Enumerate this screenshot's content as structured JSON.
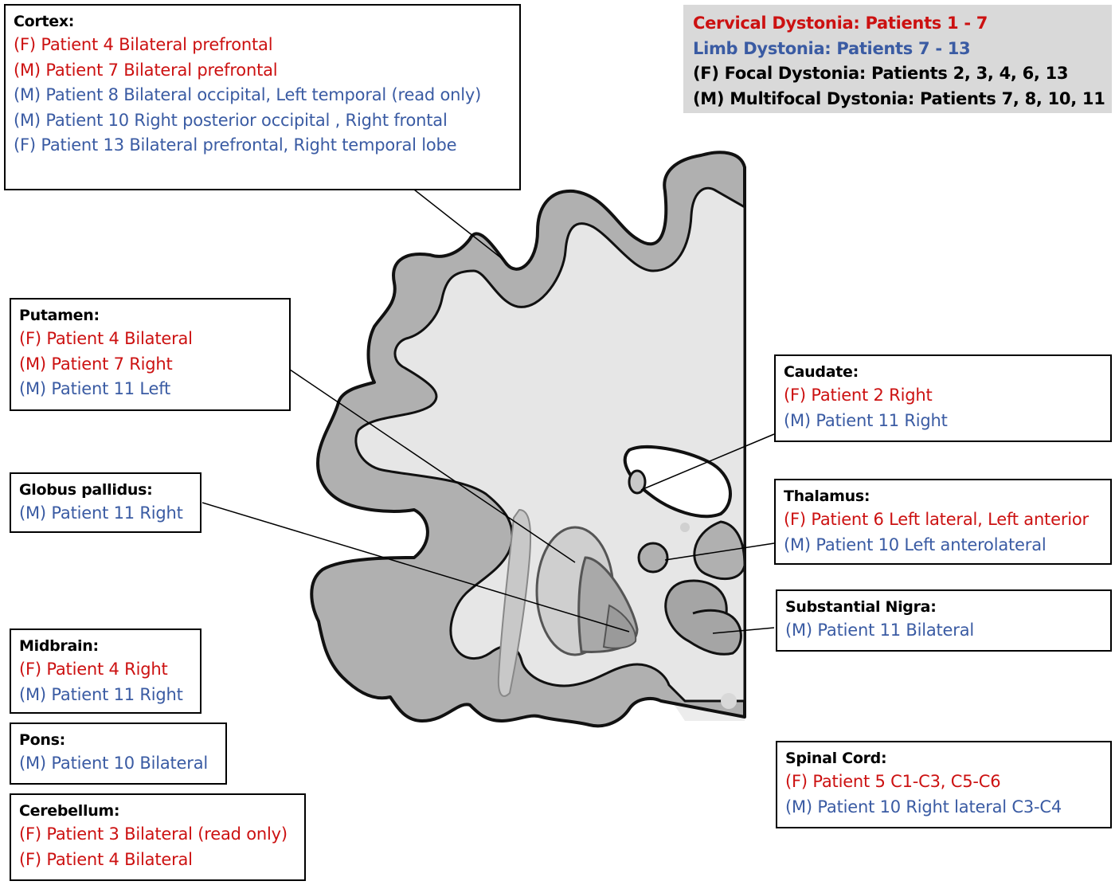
{
  "colors": {
    "cervical": "#cc1111",
    "limb": "#3a5ba3",
    "text": "#000000",
    "legend_bg": "#d9d9d9"
  },
  "legend": [
    {
      "text": "Cervical Dystonia:  Patients 1 - 7",
      "color": "cervical"
    },
    {
      "text": "Limb Dystonia: Patients 7 - 13",
      "color": "limb"
    },
    {
      "text": "(F)  Focal Dystonia: Patients 2, 3, 4, 6, 13",
      "color": "text"
    },
    {
      "text": "(M) Multifocal Dystonia: Patients 7, 8, 10, 11",
      "color": "text"
    }
  ],
  "regions": [
    {
      "id": "cortex",
      "title": "Cortex:",
      "entries": [
        {
          "text": "(F) Patient 4 Bilateral prefrontal",
          "color": "cervical"
        },
        {
          "text": "(M) Patient 7 Bilateral prefrontal",
          "color": "cervical"
        },
        {
          "text": "(M) Patient 8 Bilateral occipital, Left temporal (read only)",
          "color": "limb"
        },
        {
          "text": "(M) Patient 10  Right posterior occipital , Right frontal",
          "color": "limb"
        },
        {
          "text": "(F) Patient 13 Bilateral prefrontal, Right temporal lobe",
          "color": "limb"
        }
      ]
    },
    {
      "id": "putamen",
      "title": "Putamen:",
      "entries": [
        {
          "text": "(F) Patient 4 Bilateral",
          "color": "cervical"
        },
        {
          "text": "(M) Patient 7 Right",
          "color": "cervical"
        },
        {
          "text": "(M) Patient 11 Left",
          "color": "limb"
        }
      ]
    },
    {
      "id": "globus-pallidus",
      "title": "Globus pallidus:",
      "entries": [
        {
          "text": "(M) Patient 11 Right",
          "color": "limb"
        }
      ]
    },
    {
      "id": "midbrain",
      "title": "Midbrain:",
      "entries": [
        {
          "text": "(F) Patient 4 Right",
          "color": "cervical"
        },
        {
          "text": "(M) Patient 11 Right",
          "color": "limb"
        }
      ]
    },
    {
      "id": "pons",
      "title": "Pons:",
      "entries": [
        {
          "text": "(M) Patient 10 Bilateral",
          "color": "limb"
        }
      ]
    },
    {
      "id": "cerebellum",
      "title": "Cerebellum:",
      "entries": [
        {
          "text": "(F) Patient 3 Bilateral (read only)",
          "color": "cervical"
        },
        {
          "text": "(F) Patient 4 Bilateral",
          "color": "cervical"
        }
      ]
    },
    {
      "id": "caudate",
      "title": "Caudate:",
      "entries": [
        {
          "text": "(F) Patient 2 Right",
          "color": "cervical"
        },
        {
          "text": "(M) Patient 11 Right",
          "color": "limb"
        }
      ]
    },
    {
      "id": "thalamus",
      "title": "Thalamus:",
      "entries": [
        {
          "text": "(F) Patient 6 Left lateral, Left anterior",
          "color": "cervical"
        },
        {
          "text": "(M) Patient 10 Left anterolateral",
          "color": "limb"
        }
      ]
    },
    {
      "id": "substantia-nigra",
      "title": "Substantial Nigra:",
      "entries": [
        {
          "text": "(M) Patient 11 Bilateral",
          "color": "limb"
        }
      ]
    },
    {
      "id": "spinal-cord",
      "title": "Spinal Cord:",
      "entries": [
        {
          "text": "(F) Patient 5 C1-C3, C5-C6",
          "color": "cervical"
        },
        {
          "text": "(M) Patient 10  Right lateral C3-C4",
          "color": "limb"
        }
      ]
    }
  ]
}
